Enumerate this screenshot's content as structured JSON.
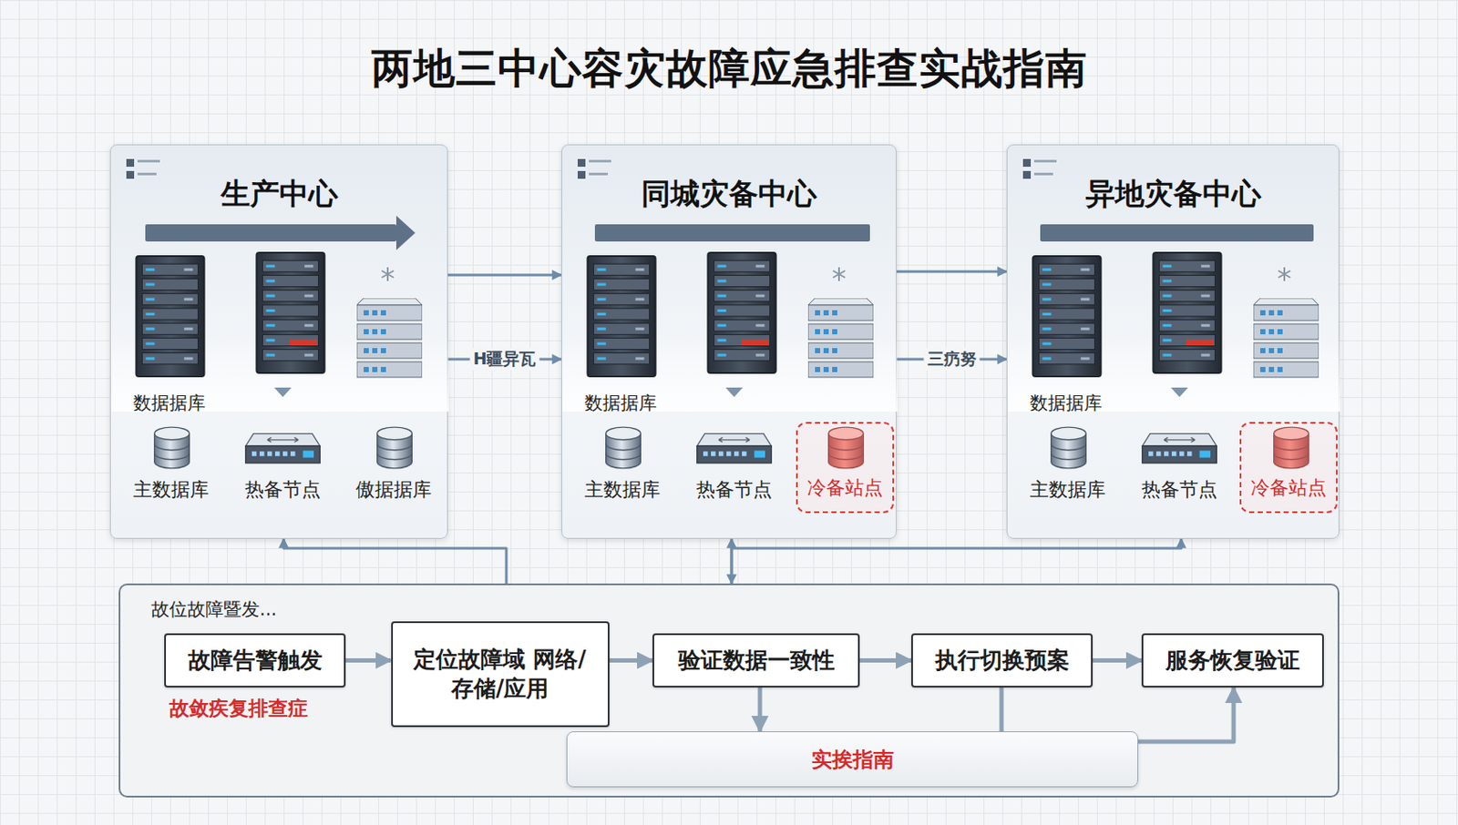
{
  "diagram": {
    "title": "两地三中心容灾故障应急排查实战指南",
    "nodes": [
      {
        "text": [
          "生产中心"
        ]
      },
      {
        "text": [
          "主数据库"
        ],
        "in": 0
      },
      {
        "text": [
          "热备节点"
        ],
        "in": 0
      },
      {
        "text": [
          "傲据据库"
        ],
        "in": 0
      },
      {
        "text": [
          "同城灾备中心"
        ]
      },
      {
        "text": [
          "主数据库"
        ],
        "in": 4
      },
      {
        "text": [
          "热备节点"
        ],
        "in": 4
      },
      {
        "text": [
          "冷备站点"
        ],
        "in": 4
      },
      {
        "text": [
          "异地灾备中心"
        ]
      },
      {
        "text": [
          "主数据库"
        ],
        "in": 8
      },
      {
        "text": [
          "热备节点"
        ],
        "in": 8
      },
      {
        "text": [
          "冷备站点"
        ],
        "in": 8
      },
      {
        "text": [
          "故位故障暨发..."
        ]
      },
      {
        "text": [
          "故障告警触发"
        ],
        "in": 12
      },
      {
        "text": [
          "定位故障域 网络/存储/应用"
        ],
        "in": 12
      },
      {
        "text": [
          "验证数据一致性"
        ],
        "in": 12
      },
      {
        "text": [
          "执行切换预案"
        ],
        "in": 12
      },
      {
        "text": [
          "服务恢复验证"
        ],
        "in": 12
      },
      {
        "text": [
          "实挨指南"
        ],
        "in": 12
      }
    ],
    "edges": [
      {
        "from": 0,
        "to": 4,
        "arrow": "to"
      },
      {
        "from": 0,
        "to": 4,
        "label": "H疆异瓦",
        "arrow": "to"
      },
      {
        "from": 4,
        "to": 8,
        "arrow": "to"
      },
      {
        "from": 4,
        "to": 8,
        "label": "三疓努",
        "arrow": "to"
      },
      {
        "from": 12,
        "to": 0,
        "arrow": "to"
      },
      {
        "from": 4,
        "to": 12,
        "arrow": "both"
      },
      {
        "from": 12,
        "to": 8,
        "arrow": "to"
      },
      {
        "from": 13,
        "to": 14,
        "arrow": "to"
      },
      {
        "from": 14,
        "to": 15,
        "arrow": "to"
      },
      {
        "from": 15,
        "to": 16,
        "arrow": "to"
      },
      {
        "from": 16,
        "to": 17,
        "arrow": "to"
      },
      {
        "from": 15,
        "to": 18,
        "arrow": "to"
      },
      {
        "from": 18,
        "to": 17,
        "arrow": "to"
      },
      {
        "from": 18,
        "to": 16,
        "arrow": "none"
      }
    ],
    "labels": [
      "数据据库",
      "数据据库",
      "数据据库",
      "故敛疾复排查症"
    ]
  }
}
